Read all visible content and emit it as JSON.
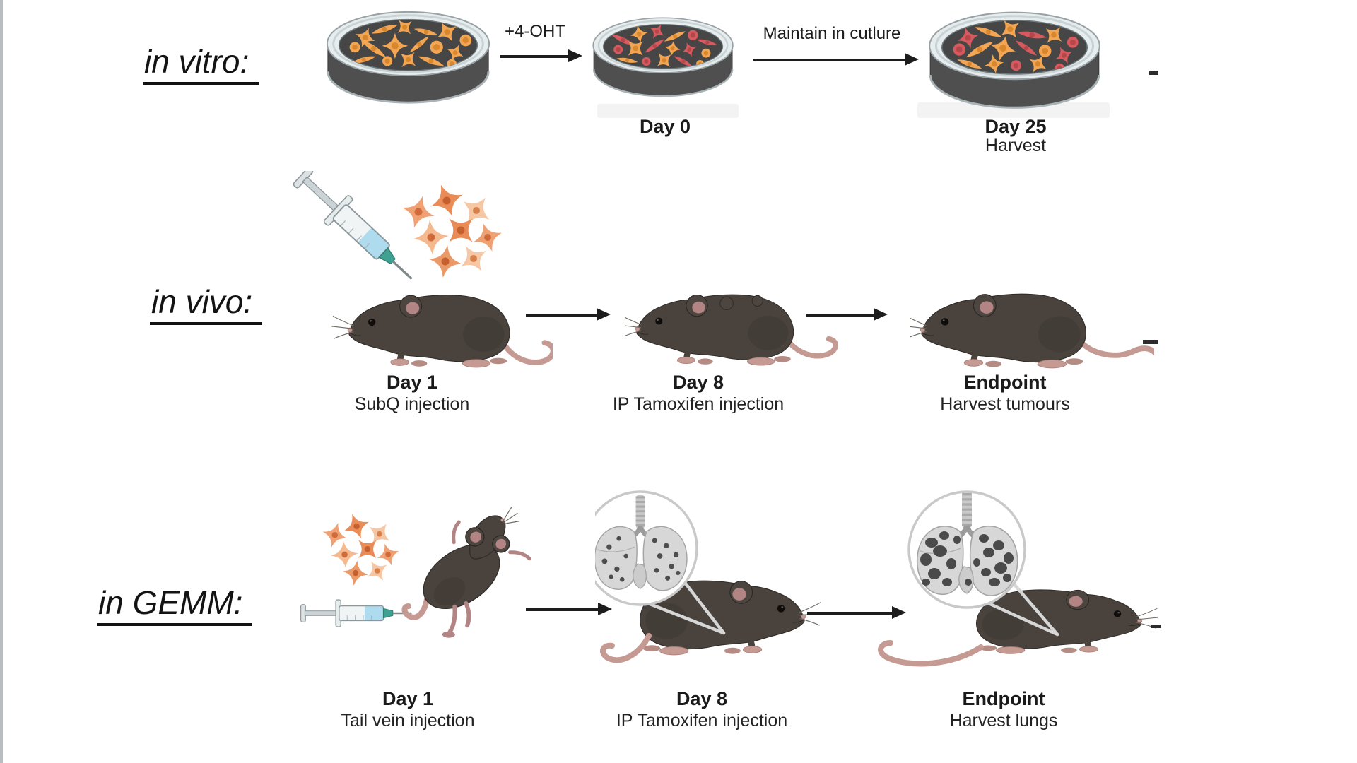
{
  "rows": {
    "vitro": {
      "label": "in vitro:",
      "arrow1_label": "+4-OHT",
      "arrow2_label": "Maintain in cutlure",
      "step2_title": "Day 0",
      "step3_title": "Day 25",
      "step3_subtitle": "Harvest"
    },
    "vivo": {
      "label": "in vivo:",
      "step1_title": "Day 1",
      "step1_subtitle": "SubQ injection",
      "step2_title": "Day 8",
      "step2_subtitle": "IP Tamoxifen injection",
      "step3_title": "Endpoint",
      "step3_subtitle": "Harvest tumours"
    },
    "gemm": {
      "label": "in GEMM:",
      "step1_title": "Day 1",
      "step1_subtitle": "Tail vein injection",
      "step2_title": "Day 8",
      "step2_subtitle": "IP Tamoxifen injection",
      "step3_title": "Endpoint",
      "step3_subtitle": "Harvest lungs"
    }
  },
  "illustrations": {
    "petri_dish": "petri-dish-icon",
    "cancer_cells": "cancer-cells-icon",
    "mouse": "mouse-icon",
    "syringe": "syringe-icon",
    "lungs": "lungs-icon"
  },
  "colors": {
    "cell_orange": "#f2a654",
    "cell_orange_nucleus": "#d8872d",
    "cell_red": "#d65a5e",
    "cell_red_nucleus": "#b4474b",
    "injected_cell_orange": "#ef9e70",
    "mouse_body": "#49423d",
    "mouse_pink": "#c59a92",
    "syringe_liquid": "#aedcee",
    "syringe_hub": "#3fa191",
    "lung_gray": "#d7d7d7",
    "metastasis_gray": "#4e4e4e",
    "dish_medium": "#464646",
    "arrow_black": "#1d1d1d"
  }
}
